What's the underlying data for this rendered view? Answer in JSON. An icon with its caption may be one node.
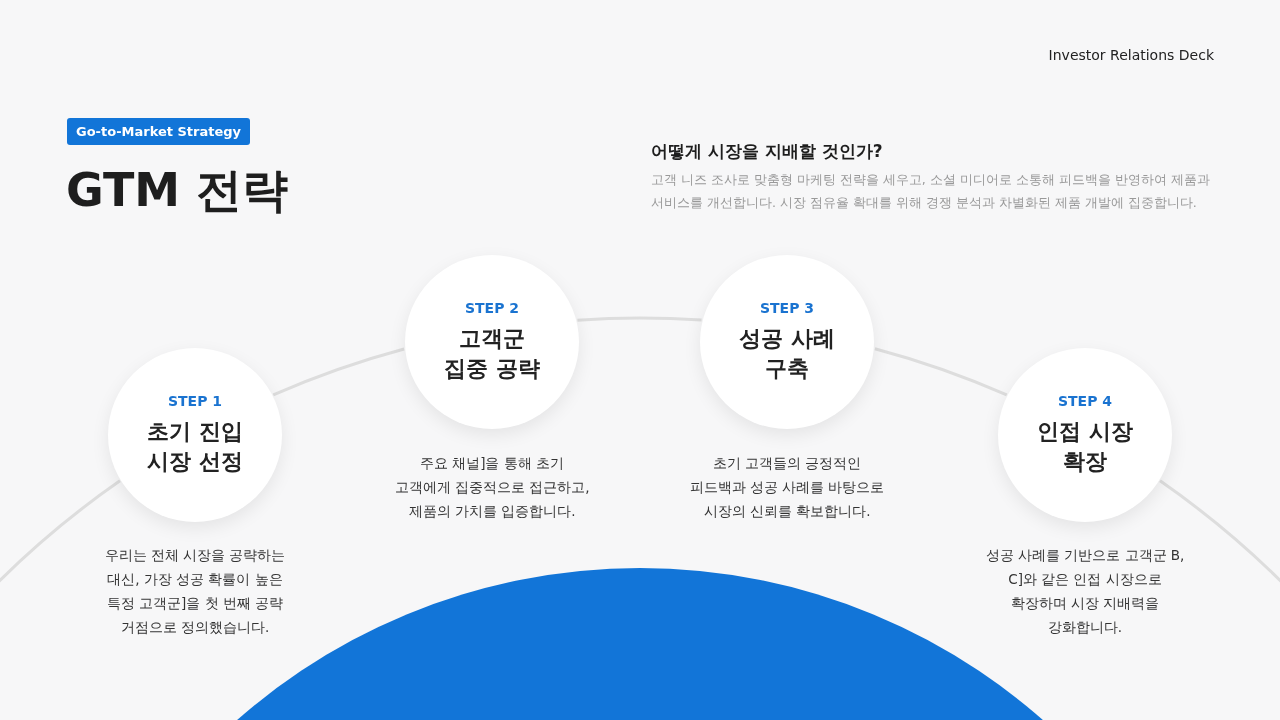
{
  "diagram": {
    "title": "GTM 전략",
    "nodes": [
      {
        "text": [
          "Go-to-Market Strategy"
        ]
      },
      {
        "text": [
          "STEP 1",
          "초기 진입 시장 선정"
        ]
      },
      {
        "text": [
          "STEP 2",
          "고객군 집중 공략"
        ],
        "beside": [
          "주요 채널]을 통해 초기 고객에게 집중적으로 접근하고, 제품의 가치를 입증합니다."
        ]
      },
      {
        "text": [
          "STEP 3",
          "성공 사례 구축"
        ],
        "beside": [
          "초기 고객들의 긍정적인 피드백과 성공 사례를 바탕으로 시장의 신뢰를 확보합니다."
        ]
      },
      {
        "text": [
          "STEP 4",
          "인접 시장 확장"
        ]
      },
      {
        "text": [],
        "shape": "circle"
      }
    ],
    "edges": [
      {
        "from": null,
        "to": 1,
        "arrow": "none"
      },
      {
        "from": 1,
        "to": 2,
        "arrow": "none"
      },
      {
        "from": 2,
        "to": 3,
        "arrow": "none"
      },
      {
        "from": 3,
        "to": 4,
        "arrow": "none"
      },
      {
        "from": 4,
        "to": null,
        "arrow": "none"
      }
    ],
    "labels": [
      "Investor Relations Deck",
      "어떻게 시장을 지배할 것인가?",
      "고객 니즈 조사로 맞춤형 마케팅 전략을 세우고, 소셜 미디어로 소통해 피드백을 반영하여 제품과 서비스를 개선합니다. 시장 점유율 확대를 위해 경쟁 분석과 차별화된 제품 개발에 집중합니다.",
      "우리는 전체 시장을 공략하는 대신, 가장 성공 확률이 높은 특정 고객군]을 첫 번째 공략 거점으로 정의했습니다.",
      "성공 사례를 기반으로 고객군 B, C]와 같은 인접 시장으로 확장하며 시장 지배력을 강화합니다."
    ]
  }
}
